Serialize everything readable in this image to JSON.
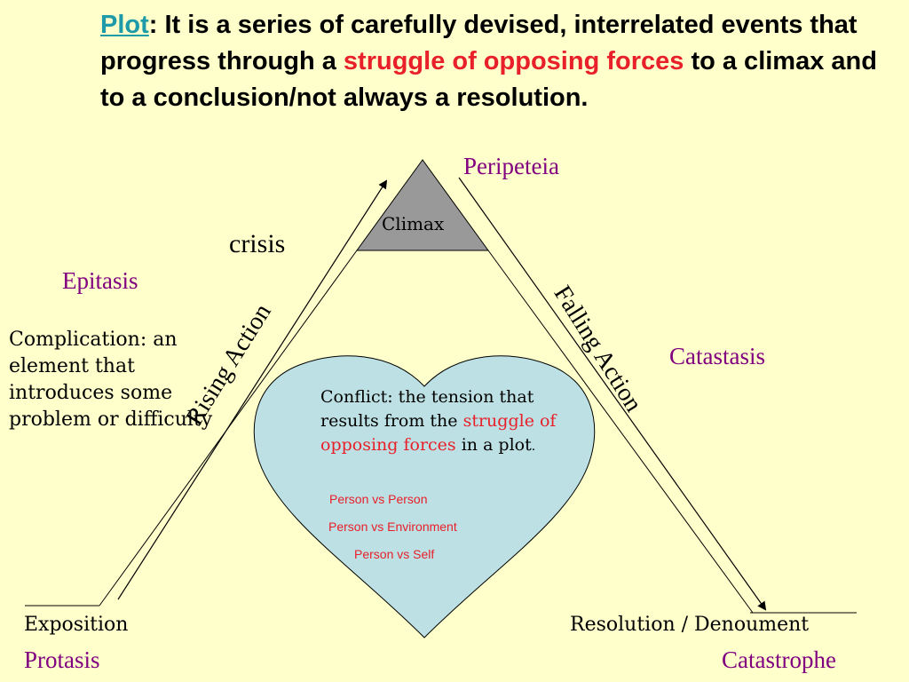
{
  "definition": {
    "term": "Plot",
    "text_1": ":  It is a series of carefully devised, interrelated events that progress through a ",
    "highlight": "struggle of opposing forces",
    "text_2": " to a climax and to a conclusion/not always a resolution."
  },
  "labels": {
    "peripeteia": "Peripeteia",
    "climax": "Climax",
    "crisis": "crisis",
    "epitasis": "Epitasis",
    "catastasis": "Catastasis",
    "rising_action": "Rising Action",
    "falling_action": "Falling Action",
    "exposition": "Exposition",
    "protasis": "Protasis",
    "resolution": "Resolution / Denoument",
    "catastrophe": "Catastrophe"
  },
  "complication": {
    "term": "Complication",
    "text": ": an element that introduces some problem or difficulty"
  },
  "conflict": {
    "text_1": "Conflict: the tension that results from the ",
    "highlight": "struggle of opposing forces",
    "text_2": " in a plot",
    "end": ".",
    "types": [
      "Person vs Person",
      "Person vs Environment",
      "Person vs Self"
    ]
  },
  "colors": {
    "background": "#FFFFCC",
    "label_purple": "#800080",
    "highlight_red": "#E8202A",
    "term_teal": "#1E9AA8",
    "heart_fill": "#BCE0E3",
    "climax_fill": "#999999"
  }
}
